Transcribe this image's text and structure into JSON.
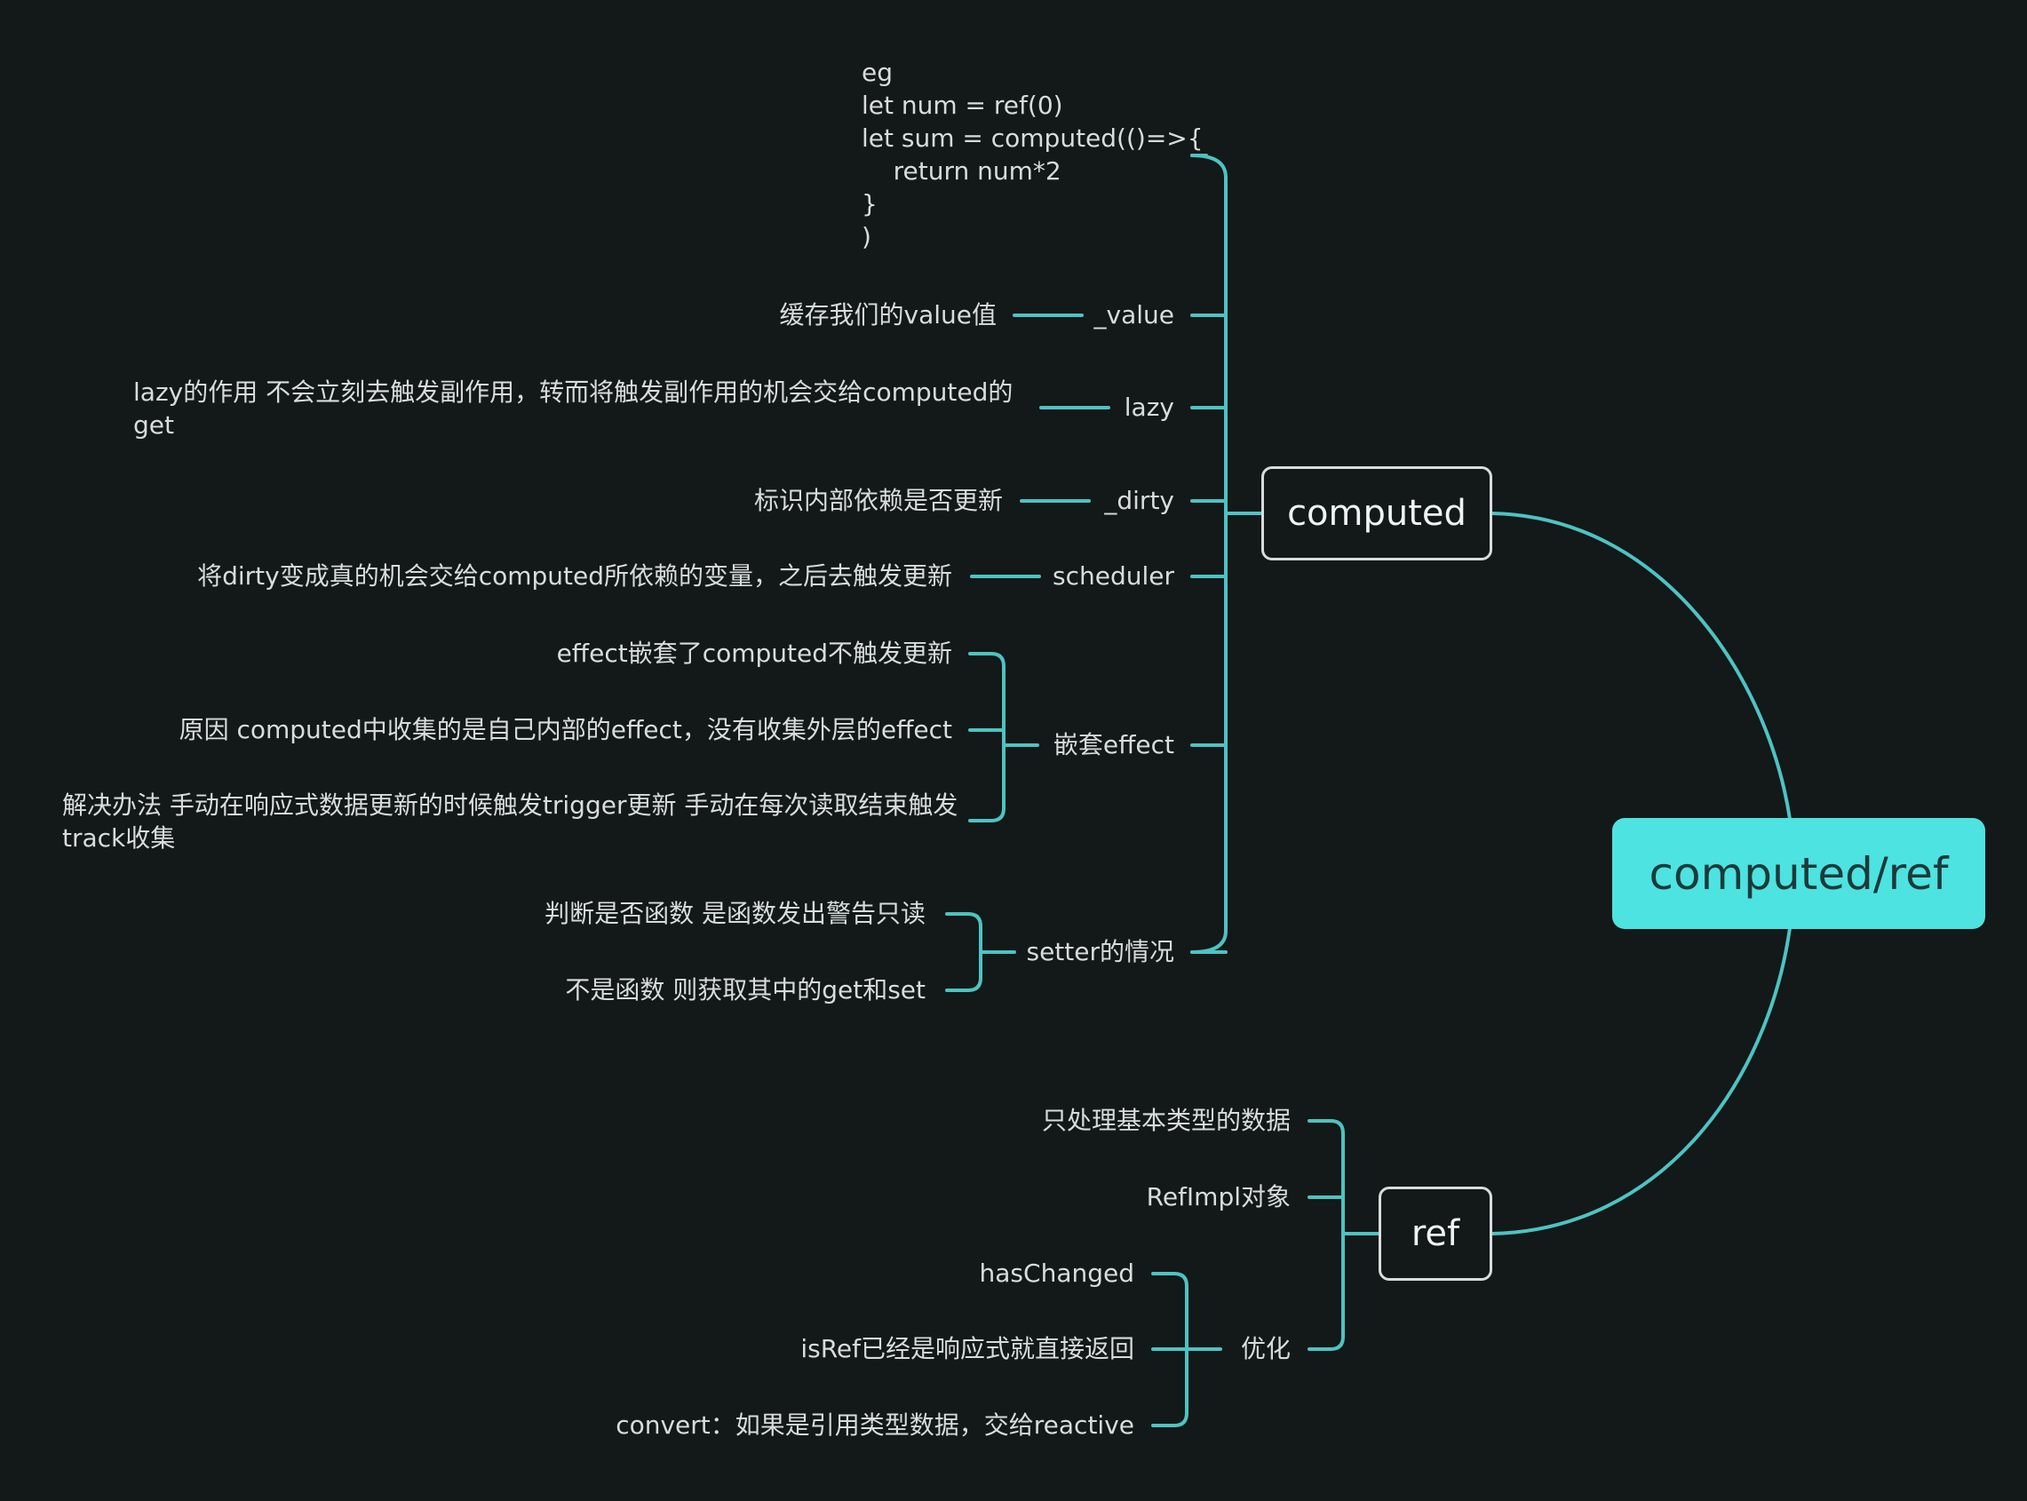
{
  "root": {
    "label": "computed/ref"
  },
  "computed": {
    "label": "computed",
    "example_code": "eg\nlet num = ref(0)\nlet sum = computed(()=>{\n    return num*2\n}\n)",
    "value_node": {
      "label": "_value",
      "note": "缓存我们的value值"
    },
    "lazy_node": {
      "label": "lazy",
      "note": "lazy的作用 不会立刻去触发副作用，转而将触发副作用的机会交给computed的\nget"
    },
    "dirty_node": {
      "label": "_dirty",
      "note": "标识内部依赖是否更新"
    },
    "scheduler_node": {
      "label": "scheduler",
      "note": "将dirty变成真的机会交给computed所依赖的变量，之后去触发更新"
    },
    "nested_effect": {
      "label": "嵌套effect",
      "items": [
        "effect嵌套了computed不触发更新",
        "原因 computed中收集的是自己内部的effect，没有收集外层的effect",
        "解决办法 手动在响应式数据更新的时候触发trigger更新 手动在每次读取结束触发\ntrack收集"
      ]
    },
    "setter": {
      "label": "setter的情况",
      "items": [
        "判断是否函数 是函数发出警告只读",
        "不是函数 则获取其中的get和set"
      ]
    }
  },
  "ref": {
    "label": "ref",
    "items": [
      "只处理基本类型的数据",
      "RefImpl对象"
    ],
    "optimize": {
      "label": "优化",
      "items": [
        "hasChanged",
        "isRef已经是响应式就直接返回",
        "convert：如果是引用类型数据，交给reactive"
      ]
    }
  },
  "colors": {
    "accent": "#4dc3c3",
    "root_fill": "#4de3e0",
    "background": "#131818",
    "text": "#d8dcdc"
  }
}
